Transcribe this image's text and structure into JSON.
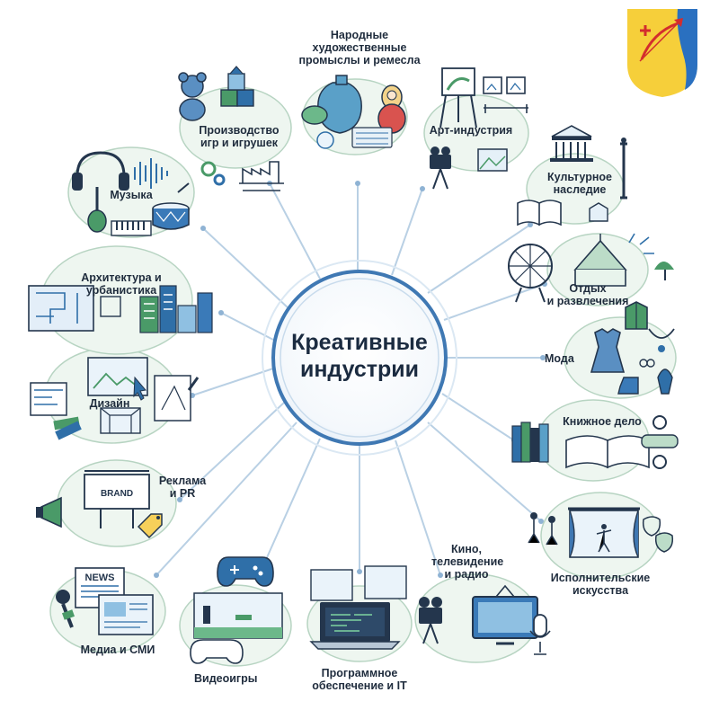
{
  "center": {
    "title": "Креативные\nиндустрии"
  },
  "colors": {
    "line": "#b9d0e4",
    "bubble_fill": "#eef6f0",
    "bubble_stroke": "#b7d4c2",
    "icon_blue": "#2f6fa8",
    "icon_green": "#4a9a68",
    "icon_dark": "#24364d",
    "emblem_yellow": "#f6cf3a",
    "emblem_red": "#d32d2d",
    "emblem_blue": "#2a70c0"
  },
  "industries": [
    {
      "id": "folk-crafts",
      "label": "Народные\nхудожественные\nпромыслы и ремесла",
      "icon": "vase-matryoshka-icon"
    },
    {
      "id": "art-industry",
      "label": "Арт-индустрия",
      "icon": "easel-camera-icon"
    },
    {
      "id": "cultural-heritage",
      "label": "Культурное\nнаследие",
      "icon": "museum-column-icon"
    },
    {
      "id": "leisure",
      "label": "Отдых\nи развлечения",
      "icon": "ferris-wheel-tent-icon"
    },
    {
      "id": "fashion",
      "label": "Мода",
      "icon": "dress-jacket-icon"
    },
    {
      "id": "book-business",
      "label": "Книжное дело",
      "icon": "books-press-icon"
    },
    {
      "id": "performing-arts",
      "label": "Исполнительские\nискусства",
      "icon": "stage-masks-icon"
    },
    {
      "id": "cinema-tv-radio",
      "label": "Кино,\nтелевидение\nи радио",
      "icon": "camera-tv-mic-icon"
    },
    {
      "id": "software-it",
      "label": "Программное\nобеспечение и IT",
      "icon": "laptop-code-icon"
    },
    {
      "id": "video-games",
      "label": "Видеоигры",
      "icon": "gamepad-icon"
    },
    {
      "id": "media",
      "label": "Медиа и СМИ",
      "icon": "newspaper-mic-icon"
    },
    {
      "id": "advertising",
      "label": "Реклама\nи PR",
      "icon": "megaphone-billboard-icon"
    },
    {
      "id": "design",
      "label": "Дизайн",
      "icon": "design-tools-icon"
    },
    {
      "id": "architecture",
      "label": "Архитектура и\nурбанистика",
      "icon": "blueprint-buildings-icon"
    },
    {
      "id": "music",
      "label": "Музыка",
      "icon": "headphones-guitar-drum-icon"
    },
    {
      "id": "games-toys",
      "label": "Производство\nигр и игрушек",
      "icon": "teddy-blocks-icon"
    }
  ],
  "icon_texts": {
    "brand": "BRAND",
    "news": "NEWS"
  }
}
